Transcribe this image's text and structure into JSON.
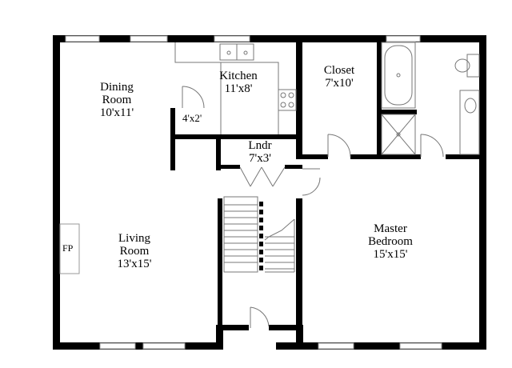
{
  "rooms": {
    "dining": {
      "name": "Dining Room",
      "name_line1": "Dining",
      "name_line2": "Room",
      "dimensions": "10'x11'"
    },
    "kitchen": {
      "name": "Kitchen",
      "dimensions": "11'x8'"
    },
    "closet": {
      "name": "Closet",
      "dimensions": "7'x10'"
    },
    "pantry": {
      "dimensions": "4'x2'"
    },
    "laundry": {
      "name": "Lndr",
      "dimensions": "7'x3'"
    },
    "living": {
      "name": "Living Room",
      "name_line1": "Living",
      "name_line2": "Room",
      "dimensions": "13'x15'"
    },
    "master": {
      "name": "Master Bedroom",
      "name_line1": "Master",
      "name_line2": "Bedroom",
      "dimensions": "15'x15'"
    },
    "fireplace": {
      "label": "FP"
    }
  },
  "colors": {
    "wall": "#000000",
    "fixture": "#777777",
    "window": "#9a9a9a",
    "background": "#ffffff"
  }
}
